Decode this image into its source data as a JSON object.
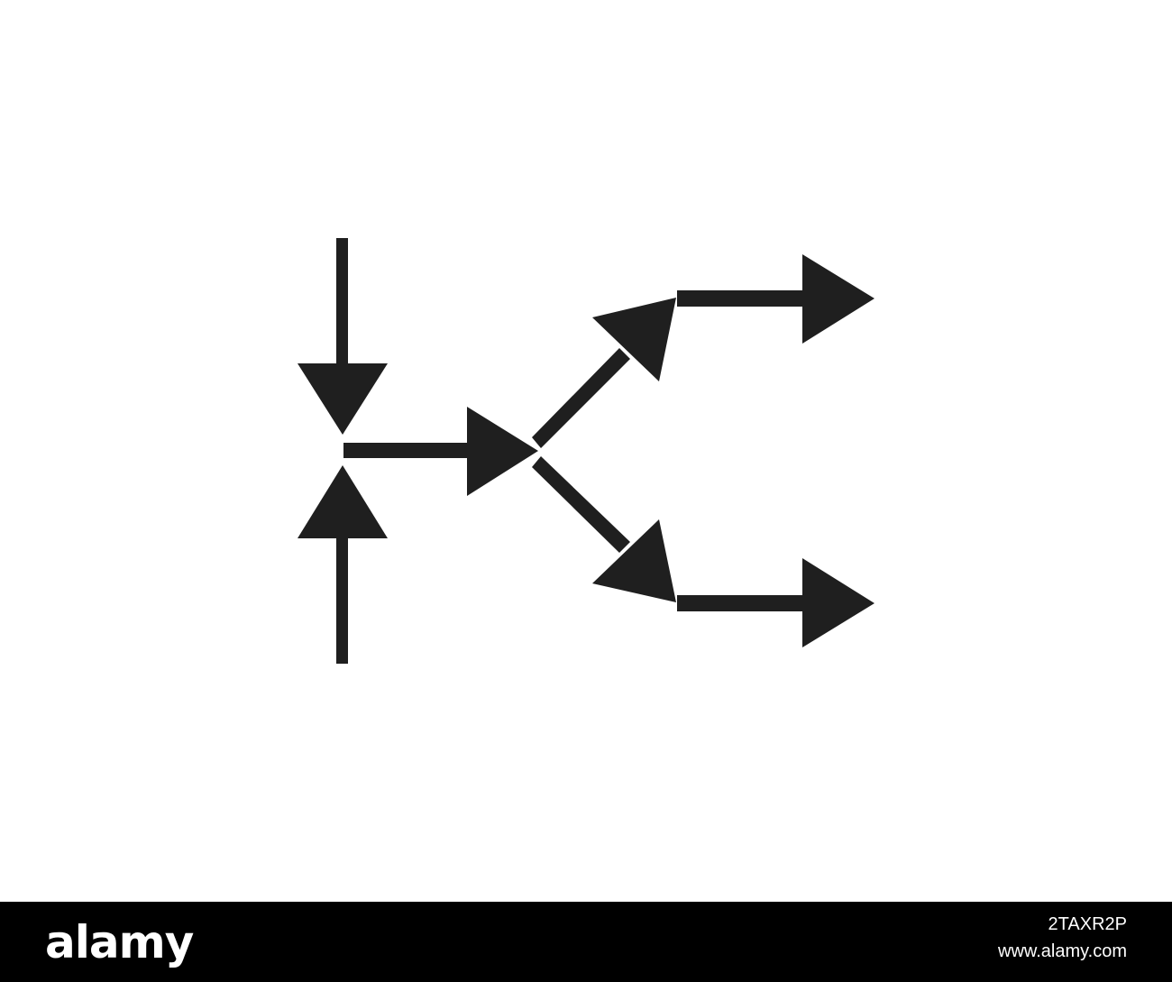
{
  "diagram": {
    "icon": "merge-then-split-arrows-icon",
    "arrow_color": "#1f1f1f",
    "background": "#ffffff"
  },
  "footer": {
    "background": "#000000",
    "logo_text": "alamy",
    "image_id": "2TAXR2P",
    "site": "www.alamy.com",
    "text_color": "#ffffff"
  }
}
